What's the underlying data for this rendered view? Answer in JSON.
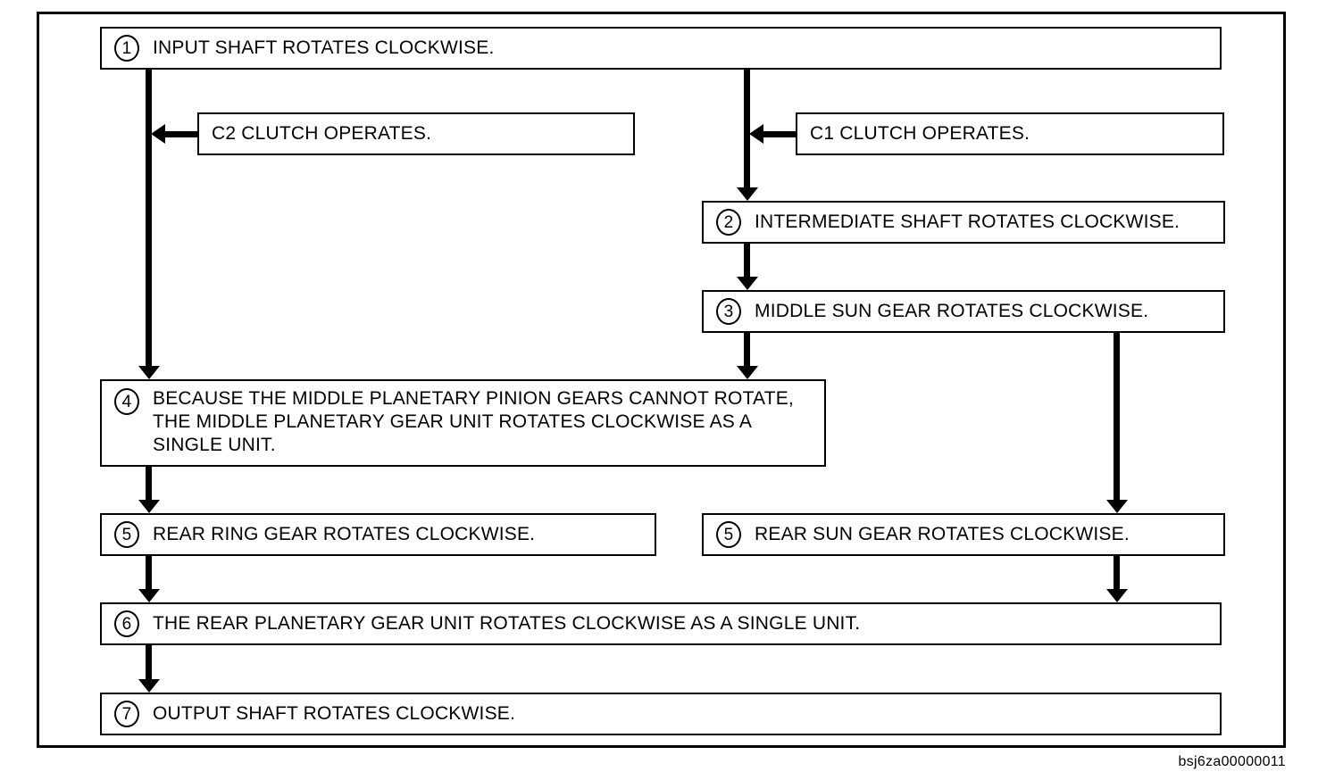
{
  "diagram": {
    "title_domain": "gear-train-power-flow-chart",
    "caption": "bsj6za00000011",
    "colors": {
      "line": "#000000",
      "background": "#ffffff",
      "text": "#000000"
    },
    "nodes": {
      "input_shaft": {
        "number": "1",
        "label": "INPUT SHAFT ROTATES CLOCKWISE."
      },
      "c2_clutch": {
        "label": "C2 CLUTCH OPERATES."
      },
      "c1_clutch": {
        "label": "C1 CLUTCH OPERATES."
      },
      "intermediate_shaft": {
        "number": "2",
        "label": "INTERMEDIATE SHAFT ROTATES CLOCKWISE."
      },
      "middle_sun_gear": {
        "number": "3",
        "label": "MIDDLE SUN GEAR ROTATES CLOCKWISE."
      },
      "middle_planetary": {
        "number": "4",
        "label": "BECAUSE THE MIDDLE PLANETARY PINION GEARS CANNOT ROTATE,\nTHE MIDDLE PLANETARY GEAR UNIT ROTATES CLOCKWISE AS A\nSINGLE UNIT."
      },
      "rear_ring_gear": {
        "number": "5",
        "label": "REAR RING GEAR ROTATES CLOCKWISE."
      },
      "rear_sun_gear": {
        "number": "5",
        "label": "REAR SUN GEAR ROTATES CLOCKWISE."
      },
      "rear_planetary": {
        "number": "6",
        "label": "THE REAR PLANETARY GEAR UNIT ROTATES CLOCKWISE AS A SINGLE UNIT."
      },
      "output_shaft": {
        "number": "7",
        "label": "OUTPUT SHAFT ROTATES CLOCKWISE."
      }
    }
  }
}
